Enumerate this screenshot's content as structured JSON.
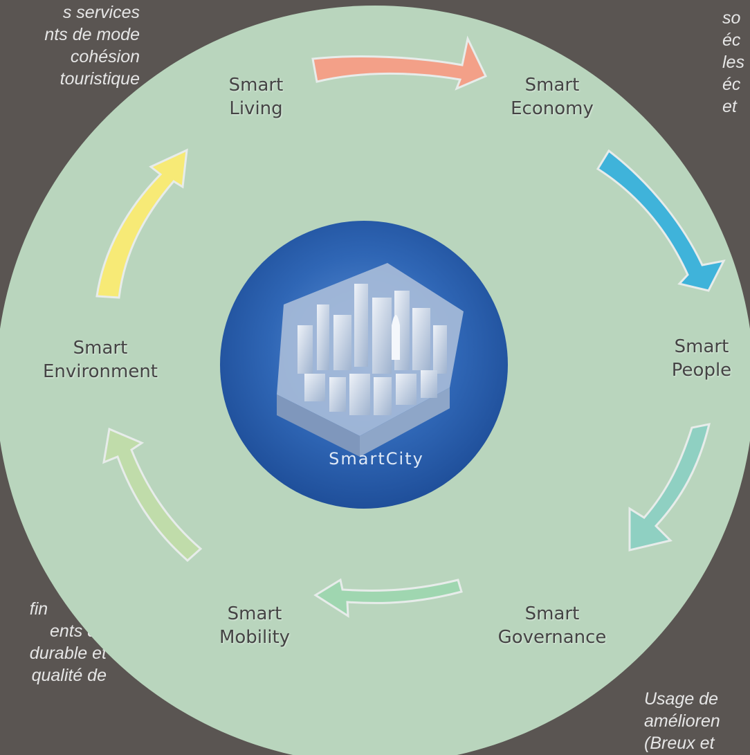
{
  "colors": {
    "background": "#5a5552",
    "circle": "#b9d5bd",
    "center": "#2f66b5",
    "arrow_living_economy": "#f3a088",
    "arrow_economy_people": "#3fb3da",
    "arrow_people_governance": "#8fd0c2",
    "arrow_governance_mobility": "#9fd6b0",
    "arrow_mobility_environment": "#c0dcaa",
    "arrow_environment_living": "#f7ea76"
  },
  "center": {
    "label": "SmartCity",
    "image": "city-block-illustration"
  },
  "nodes": {
    "living": [
      "Smart",
      "Living"
    ],
    "economy": [
      "Smart",
      "Economy"
    ],
    "people": [
      "Smart",
      "People"
    ],
    "governance": [
      "Smart",
      "Governance"
    ],
    "mobility": [
      "Smart",
      "Mobility"
    ],
    "environment": [
      "Smart",
      "Environment"
    ]
  },
  "side_texts": {
    "top_left": [
      "s services",
      "nts de mode",
      "cohésion",
      "touristique"
    ],
    "top_right": [
      "so",
      "éc",
      "les",
      "éc",
      "et"
    ],
    "bottom_left": [
      "fin",
      "ents de",
      "durable et",
      "qualité de"
    ],
    "bottom_right": [
      "Usage de",
      "amélioren",
      "(Breux et"
    ]
  }
}
